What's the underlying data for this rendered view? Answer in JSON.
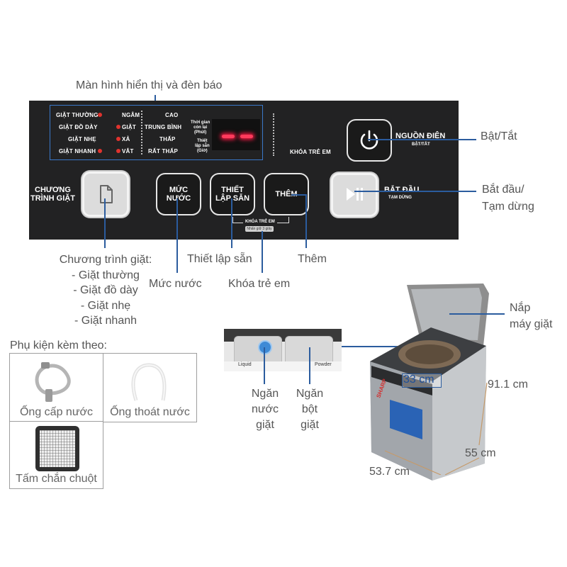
{
  "labels": {
    "display": "Màn hình hiển thị và đèn báo",
    "power": "Bật/Tắt",
    "start_line1": "Bắt đầu/",
    "start_line2": "Tạm dừng",
    "program": [
      "Chương trình giặt:",
      "- Giặt thường",
      "- Giặt đồ dày",
      "- Giặt nhẹ",
      "- Giặt nhanh"
    ],
    "water_level": "Mức nước",
    "preset": "Thiết lập sẵn",
    "child_lock": "Khóa trẻ em",
    "add": "Thêm",
    "lid_line1": "Nắp",
    "lid_line2": "máy giặt",
    "softener": [
      "Ngăn",
      "nước",
      "giặt"
    ],
    "powder": [
      "Ngăn",
      "bột",
      "giặt"
    ],
    "dim_height": "91.1 cm",
    "dim_depth": "55 cm",
    "dim_width": "53.7 cm",
    "dim_tub": "33 cm"
  },
  "panel": {
    "programs": [
      "GIẶT THƯỜNG",
      "GIẶT ĐỒ DÀY",
      "GIẶT NHẸ",
      "GIẶT NHANH"
    ],
    "steps": [
      "NGÂM",
      "GIẶT",
      "XẢ",
      "VẮT"
    ],
    "levels": [
      "CAO",
      "TRUNG BÌNH",
      "THẤP",
      "RẤT THẤP"
    ],
    "time_remaining": [
      "Thời gian",
      "còn lại",
      "(Phút)"
    ],
    "preset_hours": [
      "Thiết",
      "lập sẵn",
      "(Giờ)"
    ],
    "child_lock": "KHÓA TRẺ EM",
    "child_lock_sub": "KHÓA TRẺ EM",
    "press_hint": "Nhấn giữ 3 giây",
    "power_title": "NGUỒN ĐIỆN",
    "power_sub": "BẬT/TẮT",
    "program_title": [
      "CHƯƠNG",
      "TRÌNH GIẶT"
    ],
    "water_btn": [
      "MỨC",
      "NƯỚC"
    ],
    "preset_btn": [
      "THIẾT",
      "LẬP SẴN"
    ],
    "add_btn": "THÊM",
    "start_title": "BẮT ĐẦU",
    "start_sub": "TẠM DỪNG"
  },
  "accessories": {
    "title": "Phụ kiện kèm theo:",
    "items": [
      "Ống cấp nước",
      "Ống thoát nước",
      "Tấm chắn chuột"
    ]
  },
  "drawer": {
    "liquid": "Liquid",
    "powder": "Powder"
  },
  "colors": {
    "panel": "#222223",
    "leader_line": "#2b5c9e",
    "led": "#e0332e",
    "segment": "#ff3b5c"
  }
}
